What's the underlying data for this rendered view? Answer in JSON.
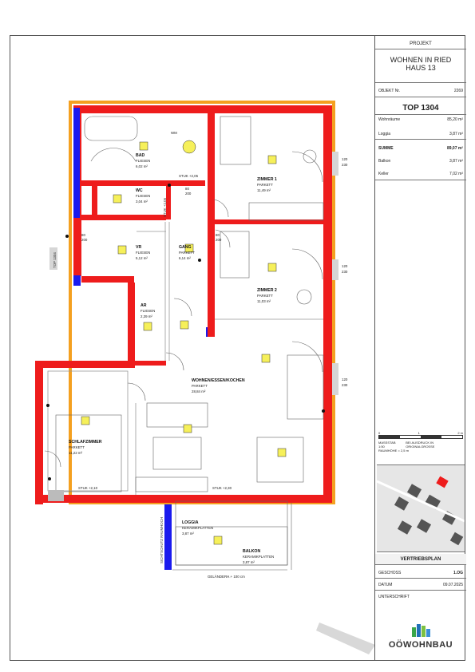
{
  "title_block": {
    "projekt_label": "PROJEKT",
    "project_line1": "WOHNEN IN RIED",
    "project_line2": "HAUS 13",
    "objekt_label": "OBJEKT Nr.",
    "objekt_nr": "2269",
    "top": "TOP 1304",
    "areas": [
      {
        "label": "Wohnräume",
        "value": "85,20 m²"
      },
      {
        "label": "Loggia",
        "value": "3,87 m²"
      },
      {
        "label": "SUMME",
        "value": "89,07 m²"
      },
      {
        "label": "Balkon",
        "value": "3,87 m²"
      },
      {
        "label": "Keller",
        "value": "7,02 m²"
      }
    ],
    "scale_label": "MASSSTAB 1:50",
    "scale_note": "BEI AUSDRUCK IN ORIGINALGROSSE",
    "raumhoehe": "RAUMHÖHE = 2,5 m",
    "scale_ticks": [
      "0",
      "1",
      "2 m"
    ],
    "vertriebsplan": "VERTRIEBSPLAN",
    "geschoss_label": "GESCHOSS",
    "geschoss": "1.OG",
    "datum_label": "DATUM",
    "datum": "09.07.2025",
    "unterschrift_label": "UNTERSCHRIFT",
    "logo_text": "OÖWOHNBAU"
  },
  "rooms": [
    {
      "name": "BAD",
      "floor": "FLIESEN",
      "area": "6,02 m²"
    },
    {
      "name": "WC",
      "floor": "FLIESEN",
      "area": "3,04 m²"
    },
    {
      "name": "VR",
      "floor": "FLIESEN",
      "area": "5,12 m²"
    },
    {
      "name": "GANG",
      "floor": "PARKETT",
      "area": "6,14 m²"
    },
    {
      "name": "AR",
      "floor": "FLIESEN",
      "area": "2,39 m²"
    },
    {
      "name": "ZIMMER 1",
      "floor": "PARKETT",
      "area": "11,49 m²"
    },
    {
      "name": "ZIMMER 2",
      "floor": "PARKETT",
      "area": "11,03 m²"
    },
    {
      "name": "WOHNEN/ESSEN/KOCHEN",
      "floor": "PARKETT",
      "area": "28,84 m²"
    },
    {
      "name": "SCHLAFZIMMER",
      "floor": "PARKETT",
      "area": "11,22 m²"
    },
    {
      "name": "LOGGIA",
      "floor": "KERAMIKPLATTEN",
      "area": "3,87 m²"
    },
    {
      "name": "BALKON",
      "floor": "KERAMIKPLATTEN",
      "area": "3,87 m²"
    }
  ],
  "annotations": {
    "top_tag": "TOP 1304",
    "stuk_205": "STUK +2,05",
    "stuk_210": "STUK +2,10",
    "stuk_230": "STUK +2,30",
    "stuk_206": "STUK +2,06",
    "parapet_120": "120",
    "parapet_230": "230",
    "door_80": "80",
    "door_200": "200",
    "wm": "WM",
    "gelaender": "GELÄNDERH.+ 100 cm",
    "sichtschutz": "SICHTSCHUTZ RAUMHOCH"
  }
}
